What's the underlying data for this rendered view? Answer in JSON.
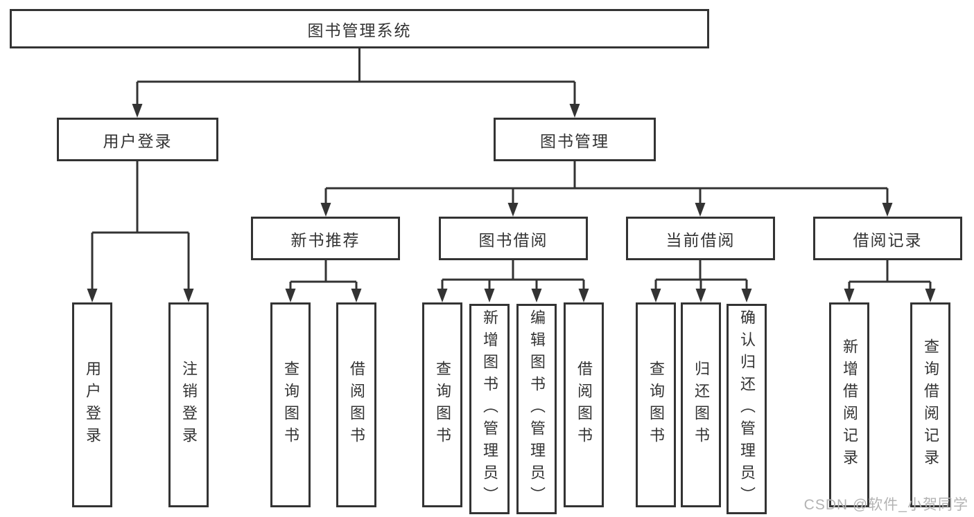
{
  "tree": {
    "root": {
      "label": "图书管理系统",
      "children": [
        {
          "label": "用户登录",
          "children": [
            {
              "label": "用户登录"
            },
            {
              "label": "注销登录"
            }
          ]
        },
        {
          "label": "图书管理",
          "children": [
            {
              "label": "新书推荐",
              "children": [
                {
                  "label": "查询图书"
                },
                {
                  "label": "借阅图书"
                }
              ]
            },
            {
              "label": "图书借阅",
              "children": [
                {
                  "label": "查询图书"
                },
                {
                  "label": "新增图书（管理员）"
                },
                {
                  "label": "编辑图书（管理员）"
                },
                {
                  "label": "借阅图书"
                }
              ]
            },
            {
              "label": "当前借阅",
              "children": [
                {
                  "label": "查询图书"
                },
                {
                  "label": "归还图书"
                },
                {
                  "label": "确认归还（管理员）"
                }
              ]
            },
            {
              "label": "借阅记录",
              "children": [
                {
                  "label": "新增借阅记录"
                },
                {
                  "label": "查询借阅记录"
                }
              ]
            }
          ]
        }
      ]
    }
  },
  "watermark": {
    "text": "CSDN @软件_小贺同学"
  },
  "colors": {
    "line": "#333333",
    "text": "#333333",
    "watermark": "#b3b3b3",
    "background": "#ffffff"
  }
}
